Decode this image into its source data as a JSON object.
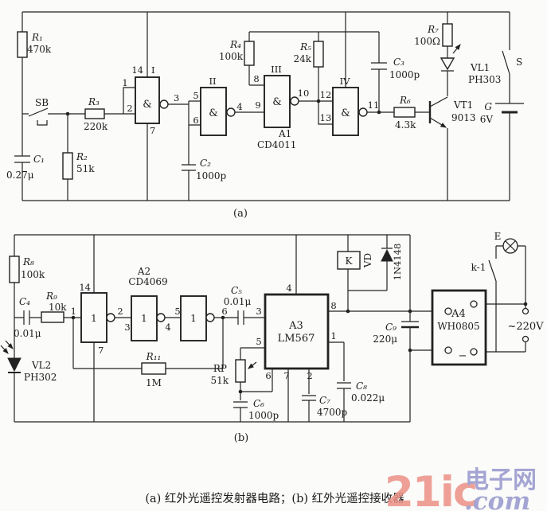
{
  "caption": "(a) 红外光遥控发射器电路；(b) 红外光遥控接收器",
  "watermark": {
    "brand": "21ic",
    "site": "电子网",
    "tld": ".com",
    "brand_color": "#ec9186",
    "site_color": "#9697cd"
  },
  "circuit_a": {
    "label": "(a)",
    "ic1": {
      "ref": "A1",
      "part": "CD4011"
    },
    "r1": {
      "ref": "R₁",
      "val": "470k"
    },
    "r2": {
      "ref": "R₂",
      "val": "51k"
    },
    "r3": {
      "ref": "R₃",
      "val": "220k"
    },
    "r4": {
      "ref": "R₄",
      "val": "100k"
    },
    "r5": {
      "ref": "R₅",
      "val": "24k"
    },
    "r6": {
      "ref": "R₆",
      "val": "4.3k"
    },
    "r7": {
      "ref": "R₇",
      "val": "100Ω"
    },
    "c1": {
      "ref": "C₁",
      "val": "0.27μ"
    },
    "c2": {
      "ref": "C₂",
      "val": "1000p"
    },
    "c3": {
      "ref": "C₃",
      "val": "1000p"
    },
    "sb": {
      "ref": "SB"
    },
    "s": {
      "ref": "S"
    },
    "bat": {
      "ref": "G",
      "val": "6V"
    },
    "led": {
      "ref": "VL1",
      "part": "PH303"
    },
    "q1": {
      "ref": "VT1",
      "part": "9013"
    },
    "gates": {
      "g1": "I",
      "g2": "II",
      "g3": "III",
      "g4": "IV",
      "sym": "&"
    },
    "pins": {
      "p1": "1",
      "p2": "2",
      "p3": "3",
      "p4": "4",
      "p5": "5",
      "p6": "6",
      "p7": "7",
      "p8": "8",
      "p9": "9",
      "p10": "10",
      "p11": "11",
      "p12": "12",
      "p13": "13",
      "p14": "14"
    }
  },
  "circuit_b": {
    "label": "(b)",
    "ic2": {
      "ref": "A2",
      "part": "CD4069"
    },
    "ic3": {
      "ref": "A3",
      "part": "LM567"
    },
    "ic4": {
      "ref": "A4",
      "part": "WH0805"
    },
    "r8": {
      "ref": "R₈",
      "val": "100k"
    },
    "r9": {
      "ref": "R₉",
      "val": "10k"
    },
    "r11": {
      "ref": "R₁₁",
      "val": "1M"
    },
    "rp": {
      "ref": "RP",
      "val": "51k"
    },
    "c4": {
      "ref": "C₄",
      "val": "0.01μ"
    },
    "c5": {
      "ref": "C₅",
      "val": "0.01μ"
    },
    "c6": {
      "ref": "C₆",
      "val": "1000p"
    },
    "c7": {
      "ref": "C₇",
      "val": "4700p"
    },
    "c8": {
      "ref": "C₈",
      "val": "0.022μ"
    },
    "c9": {
      "ref": "C₉",
      "val": "220μ"
    },
    "pd": {
      "ref": "VL2",
      "part": "PH302"
    },
    "relay": {
      "ref": "K"
    },
    "vd": {
      "ref": "VD",
      "part": "1N4148"
    },
    "k1": {
      "ref": "k-1"
    },
    "lamp": {
      "ref": "E"
    },
    "mains": {
      "label": "~220V"
    },
    "minus": "−",
    "inv_sym": "1",
    "pins": {
      "p1": "1",
      "p2": "2",
      "p3": "3",
      "p4": "4",
      "p5": "5",
      "p6": "6",
      "p7": "7",
      "p8": "8",
      "p14": "14"
    }
  }
}
